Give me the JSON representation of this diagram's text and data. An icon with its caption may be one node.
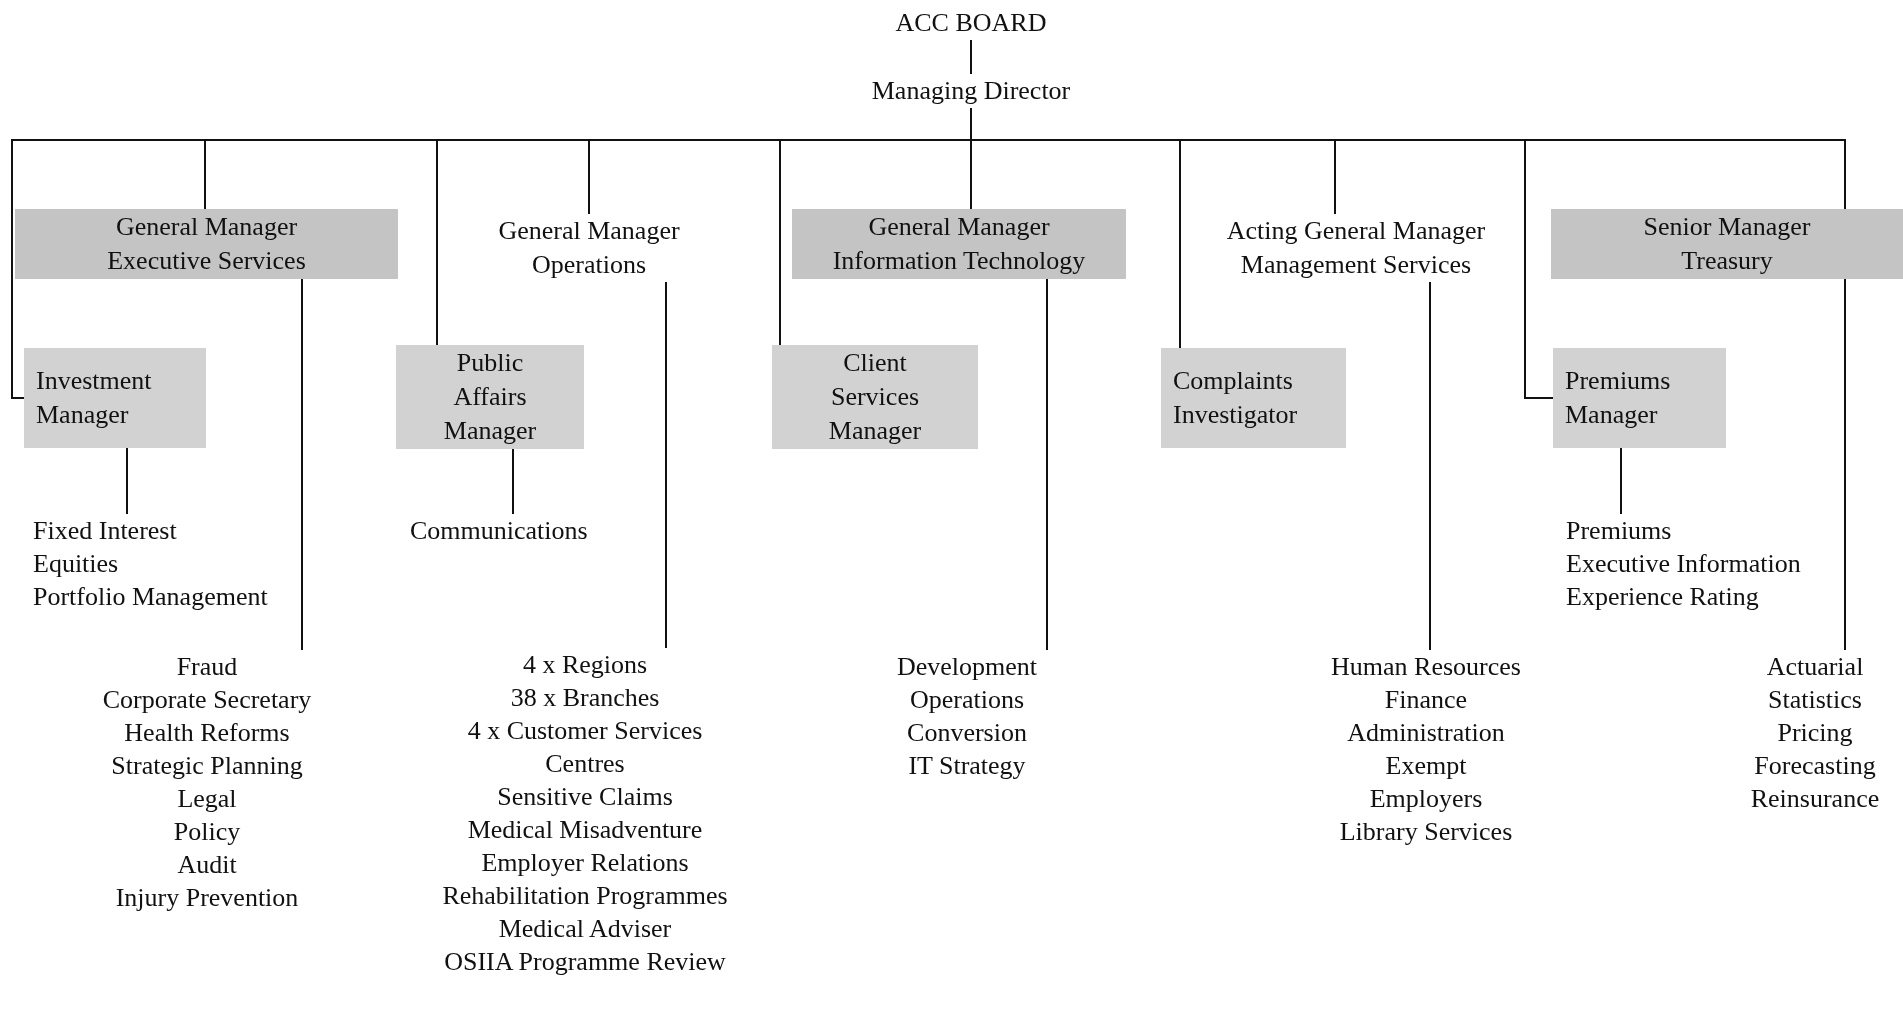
{
  "diagram": {
    "nodes": [
      {
        "text": [
          "ACC BOARD"
        ]
      },
      {
        "text": [
          "Managing Director"
        ]
      },
      {
        "text": [
          "General Manager Executive Services"
        ]
      },
      {
        "text": [
          "Investment Manager"
        ]
      },
      {
        "text": [
          "Fixed Interest",
          "Equities",
          "Portfolio Management"
        ]
      },
      {
        "text": [
          "Fraud",
          "Corporate Secretary",
          "Health Reforms",
          "Strategic Planning",
          "Legal",
          "Policy",
          "Audit",
          "Injury Prevention"
        ]
      },
      {
        "text": [
          "General Manager Operations"
        ]
      },
      {
        "text": [
          "Public Affairs Manager"
        ]
      },
      {
        "text": [
          "Communications"
        ]
      },
      {
        "text": [
          "4 x Regions",
          "38 x Branches",
          "4 x Customer Services Centres",
          "Sensitive Claims",
          "Medical Misadventure",
          "Employer Relations",
          "Rehabilitation Programmes",
          "Medical Adviser",
          "OSIIA Programme Review"
        ]
      },
      {
        "text": [
          "General Manager Information Technology"
        ]
      },
      {
        "text": [
          "Client Services Manager"
        ]
      },
      {
        "text": [
          "Development",
          "Operations",
          "Conversion",
          "IT Strategy"
        ]
      },
      {
        "text": [
          "Acting General Manager Management Services"
        ]
      },
      {
        "text": [
          "Complaints Investigator"
        ]
      },
      {
        "text": [
          "Human Resources",
          "Finance",
          "Administration",
          "Exempt",
          "Employers",
          "Library Services"
        ]
      },
      {
        "text": [
          "Senior Manager Treasury"
        ]
      },
      {
        "text": [
          "Premiums Manager"
        ]
      },
      {
        "text": [
          "Premiums",
          "Executive Information",
          "Experience Rating"
        ]
      },
      {
        "text": [
          "Actuarial",
          "Statistics",
          "Pricing",
          "Forecasting",
          "Reinsurance"
        ]
      }
    ],
    "edges": [
      {
        "from": 0,
        "to": 1,
        "arrow": "none"
      },
      {
        "from": 1,
        "to": 3,
        "arrow": "none"
      },
      {
        "from": 1,
        "to": 2,
        "arrow": "none"
      },
      {
        "from": 1,
        "to": 7,
        "arrow": "none"
      },
      {
        "from": 1,
        "to": 6,
        "arrow": "none"
      },
      {
        "from": 1,
        "to": 11,
        "arrow": "none"
      },
      {
        "from": 1,
        "to": 10,
        "arrow": "none"
      },
      {
        "from": 1,
        "to": 14,
        "arrow": "none"
      },
      {
        "from": 1,
        "to": 13,
        "arrow": "none"
      },
      {
        "from": 1,
        "to": 17,
        "arrow": "none"
      },
      {
        "from": 1,
        "to": 16,
        "arrow": "none"
      },
      {
        "from": 2,
        "to": 5,
        "arrow": "none"
      },
      {
        "from": 3,
        "to": 4,
        "arrow": "none"
      },
      {
        "from": 6,
        "to": 9,
        "arrow": "none"
      },
      {
        "from": 7,
        "to": 8,
        "arrow": "none"
      },
      {
        "from": 10,
        "to": 12,
        "arrow": "none"
      },
      {
        "from": 13,
        "to": 15,
        "arrow": "none"
      },
      {
        "from": 16,
        "to": 19,
        "arrow": "none"
      },
      {
        "from": 17,
        "to": 18,
        "arrow": "none"
      }
    ]
  }
}
